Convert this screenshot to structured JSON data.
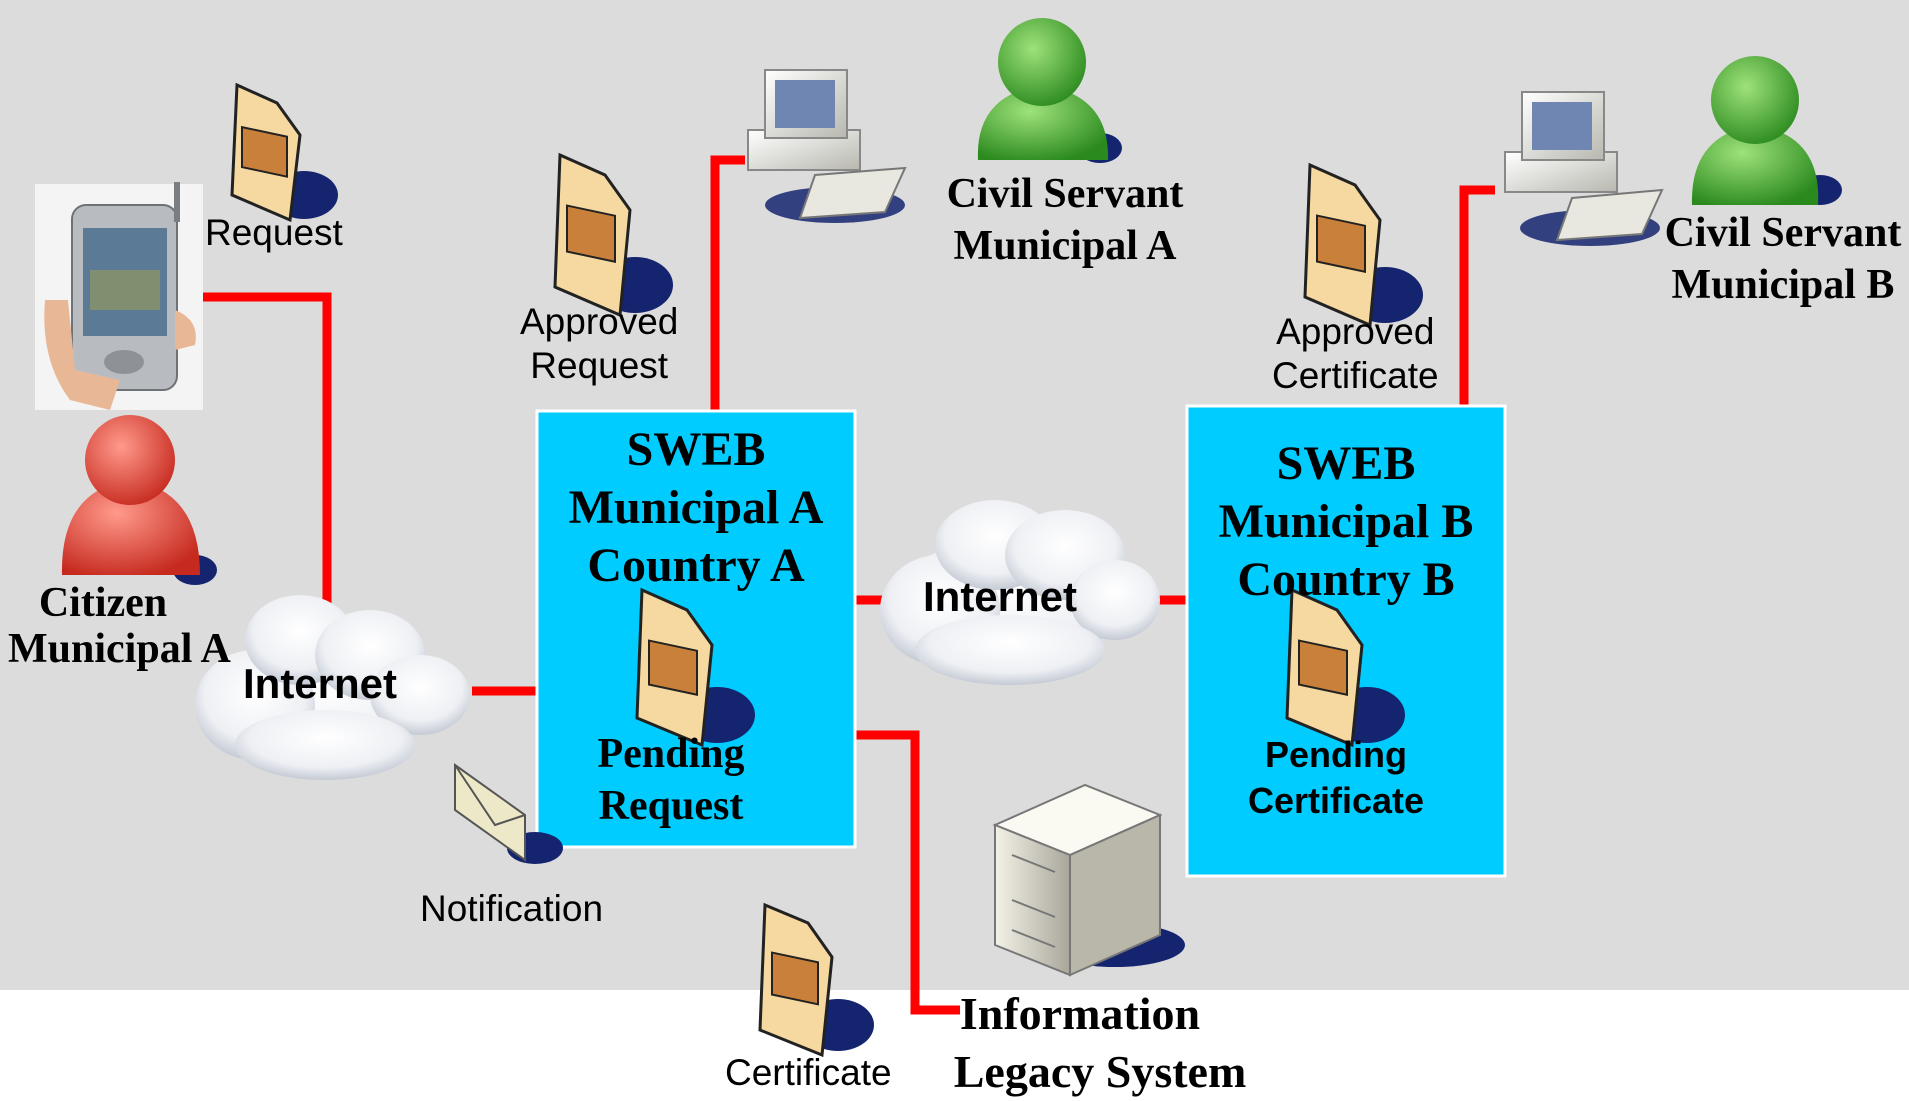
{
  "nodes": {
    "citizen": {
      "label_line1": "Citizen",
      "label_line2": "Municipal A",
      "color": "#e0443a"
    },
    "servant_a": {
      "label_line1": "Civil Servant",
      "label_line2": "Municipal A",
      "color": "#3a9a2a"
    },
    "servant_b": {
      "label_line1": "Civil Servant",
      "label_line2": "Municipal B",
      "color": "#3a9a2a"
    },
    "sweb_a": {
      "line1": "SWEB",
      "line2": "Municipal A",
      "line3": "Country A",
      "doc_line1": "Pending",
      "doc_line2": "Request"
    },
    "sweb_b": {
      "line1": "SWEB",
      "line2": "Municipal B",
      "line3": "Country B",
      "doc_line1": "Pending",
      "doc_line2": "Certificate"
    },
    "internet_1": {
      "label": "Internet"
    },
    "internet_2": {
      "label": "Internet"
    },
    "legacy": {
      "line1": "Information",
      "line2": "Legacy System"
    }
  },
  "documents": {
    "request": "Request",
    "approved_request_line1": "Approved",
    "approved_request_line2": "Request",
    "approved_certificate_line1": "Approved",
    "approved_certificate_line2": "Certificate",
    "notification": "Notification",
    "certificate": "Certificate"
  },
  "colors": {
    "link": "#ff0000",
    "sweb_box": "#00ccff",
    "background": "#dcdcdc",
    "doc_fill": "#f5d9a0",
    "doc_bar": "#c9803a",
    "shadow": "#14246e"
  }
}
